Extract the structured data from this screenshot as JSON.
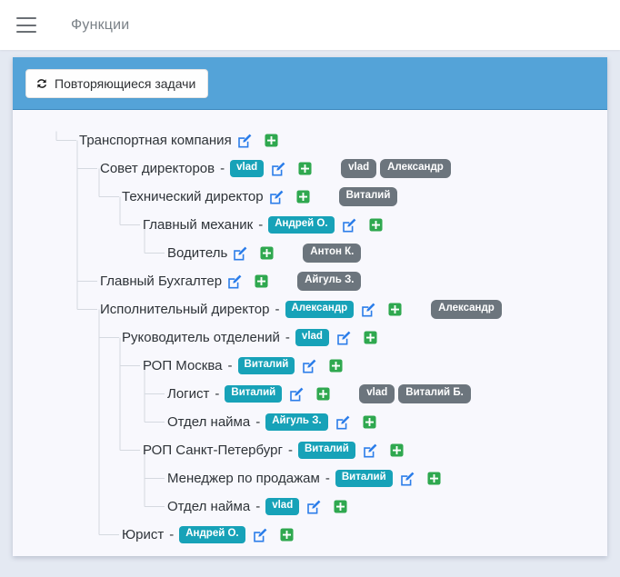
{
  "navbar": {
    "menu_icon": "hamburger-icon",
    "title": "Функции"
  },
  "toolbar": {
    "recurring_label": "Повторяющиеся задачи",
    "recurring_icon": "refresh-icon"
  },
  "colors": {
    "header_blue": "#54a3d8",
    "page_bg": "#e4e9f2",
    "card_bg": "#f8f8fd",
    "badge_teal": "#17a2b8",
    "badge_gray": "#6c757d",
    "edit_blue": "#2b7de9",
    "plus_green": "#2fa84f",
    "tree_line": "#d5d9e0"
  },
  "icons": {
    "edit": "edit-icon",
    "add": "add-icon"
  },
  "tree": [
    {
      "label": "Транспортная компания",
      "level": 1,
      "owner": null,
      "assignees": []
    },
    {
      "label": "Совет директоров",
      "level": 2,
      "owner": "vlad",
      "assignees": [
        "vlad",
        "Александр"
      ]
    },
    {
      "label": "Технический директор",
      "level": 3,
      "owner": null,
      "assignees": [
        "Виталий"
      ]
    },
    {
      "label": "Главный механик",
      "level": 4,
      "owner": "Андрей О.",
      "assignees": []
    },
    {
      "label": "Водитель",
      "level": 5,
      "owner": null,
      "assignees": [
        "Антон К."
      ]
    },
    {
      "label": "Главный Бухгалтер",
      "level": 2,
      "owner": null,
      "assignees": [
        "Айгуль З."
      ]
    },
    {
      "label": "Исполнительный директор",
      "level": 2,
      "owner": "Александр",
      "assignees": [
        "Александр"
      ]
    },
    {
      "label": "Руководитель отделений",
      "level": 3,
      "owner": "vlad",
      "assignees": []
    },
    {
      "label": "РОП Москва",
      "level": 4,
      "owner": "Виталий",
      "assignees": []
    },
    {
      "label": "Логист",
      "level": 5,
      "owner": "Виталий",
      "assignees": [
        "vlad",
        "Виталий Б."
      ]
    },
    {
      "label": "Отдел найма",
      "level": 5,
      "owner": "Айгуль З.",
      "assignees": []
    },
    {
      "label": "РОП Санкт-Петербург",
      "level": 4,
      "owner": "Виталий",
      "assignees": []
    },
    {
      "label": "Менеджер по продажам",
      "level": 5,
      "owner": "Виталий",
      "assignees": []
    },
    {
      "label": "Отдел найма",
      "level": 5,
      "owner": "vlad",
      "assignees": []
    },
    {
      "label": "Юрист",
      "level": 3,
      "owner": "Андрей О.",
      "assignees": []
    }
  ]
}
